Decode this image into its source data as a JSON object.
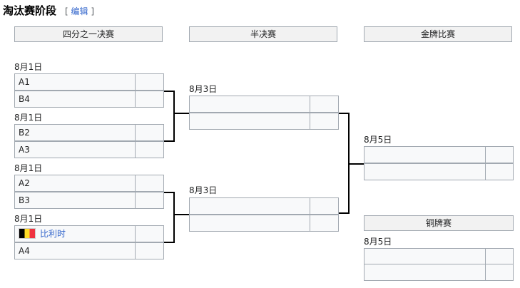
{
  "section": {
    "title": "淘汰赛阶段",
    "edit_open": "[",
    "edit_label": "编辑",
    "edit_close": "]"
  },
  "columns": {
    "quarterfinals": "四分之一决赛",
    "semifinals": "半决赛",
    "final": "金牌比赛",
    "bronze": "铜牌赛"
  },
  "quarterfinals": [
    {
      "date": "8月1日",
      "team1": "A1",
      "score1": "",
      "team2": "B4",
      "score2": ""
    },
    {
      "date": "8月1日",
      "team1": "B2",
      "score1": "",
      "team2": "A3",
      "score2": ""
    },
    {
      "date": "8月1日",
      "team1": "A2",
      "score1": "",
      "team2": "B3",
      "score2": ""
    },
    {
      "date": "8月1日",
      "team1": "比利时",
      "team1_flag": "belgium-flag",
      "score1": "",
      "team2": "A4",
      "score2": ""
    }
  ],
  "semifinals": [
    {
      "date": "8月3日",
      "team1": "",
      "score1": "",
      "team2": "",
      "score2": ""
    },
    {
      "date": "8月3日",
      "team1": "",
      "score1": "",
      "team2": "",
      "score2": ""
    }
  ],
  "final": {
    "date": "8月5日",
    "team1": "",
    "score1": "",
    "team2": "",
    "score2": ""
  },
  "bronze": {
    "date": "8月5日",
    "team1": "",
    "score1": "",
    "team2": "",
    "score2": ""
  },
  "colors": {
    "header_bg": "#f2f2f2",
    "cell_bg": "#f8f9fa",
    "border": "#a2a9b1",
    "link": "#3366cc",
    "connector": "#000000"
  }
}
